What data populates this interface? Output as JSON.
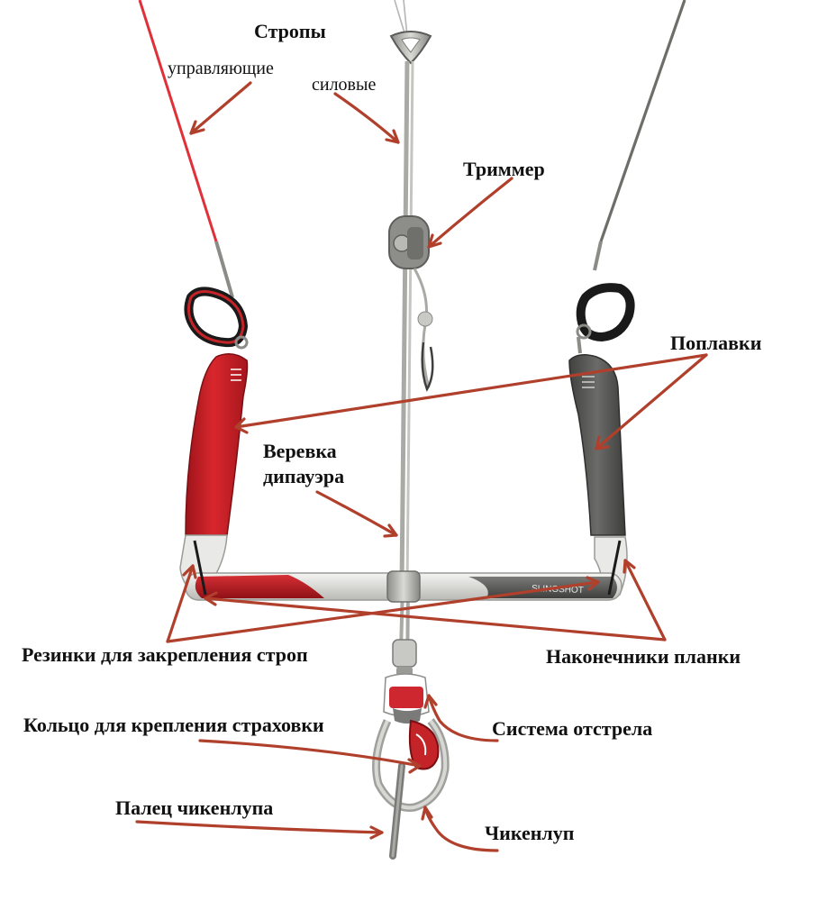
{
  "labels": {
    "lines": "Стропы",
    "steering_lines": "управляющие",
    "power_lines": "силовые",
    "trimmer": "Триммер",
    "floats": "Поплавки",
    "depower_rope_1": "Веревка",
    "depower_rope_2": "дипауэра",
    "line_retainers": "Резинки для закрепления строп",
    "bar_ends": "Наконечники планки",
    "leash_ring": "Кольцо для крепления страховки",
    "release_system": "Система отстрела",
    "chickenloop_finger": "Палец чикенлупа",
    "chickenloop": "Чикенлуп"
  },
  "bar_brand_text": "SLINGSHOT",
  "colors": {
    "arrow": "#b0402c",
    "red_float": "#c82128",
    "grey_float": "#5a5b58",
    "steering_line_red": "#e0303a",
    "steering_line_grey": "#6d6e6a",
    "depower_rope": "#a9aaa5"
  }
}
